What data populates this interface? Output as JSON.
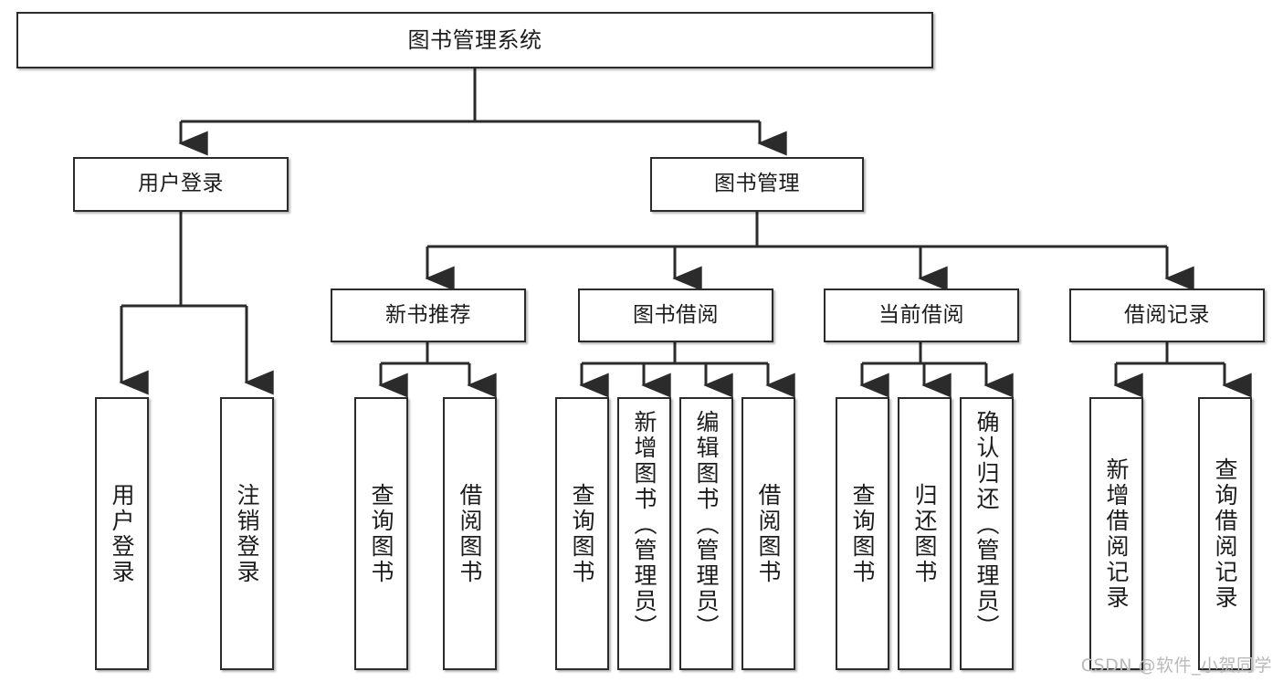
{
  "diagram": {
    "title_node": {
      "label": "图书管理系统"
    },
    "level2": [
      {
        "label": "用户登录"
      },
      {
        "label": "图书管理"
      }
    ],
    "level3": [
      {
        "label": "新书推荐"
      },
      {
        "label": "图书借阅"
      },
      {
        "label": "当前借阅"
      },
      {
        "label": "借阅记录"
      }
    ],
    "leaves": {
      "user_login": [
        {
          "label": "用户登录"
        },
        {
          "label": "注销登录"
        }
      ],
      "new_book_recommend": [
        {
          "label": "查询图书"
        },
        {
          "label": "借阅图书"
        }
      ],
      "book_borrow": [
        {
          "label": "查询图书"
        },
        {
          "label": "新增图书（管理员）"
        },
        {
          "label": "编辑图书（管理员）"
        },
        {
          "label": "借阅图书"
        }
      ],
      "current_borrow": [
        {
          "label": "查询图书"
        },
        {
          "label": "归还图书"
        },
        {
          "label": "确认归还（管理员）"
        }
      ],
      "borrow_records": [
        {
          "label": "新增借阅记录"
        },
        {
          "label": "查询借阅记录"
        }
      ]
    }
  },
  "watermark": {
    "text": "CSDN @软件_小贺同学"
  },
  "colors": {
    "box_border": "#2b2b2b",
    "box_fill": "#ffffff",
    "text": "#1c1c1c",
    "connector": "#2b2b2b",
    "watermark": "#b9b9b9",
    "background": "#ffffff"
  }
}
